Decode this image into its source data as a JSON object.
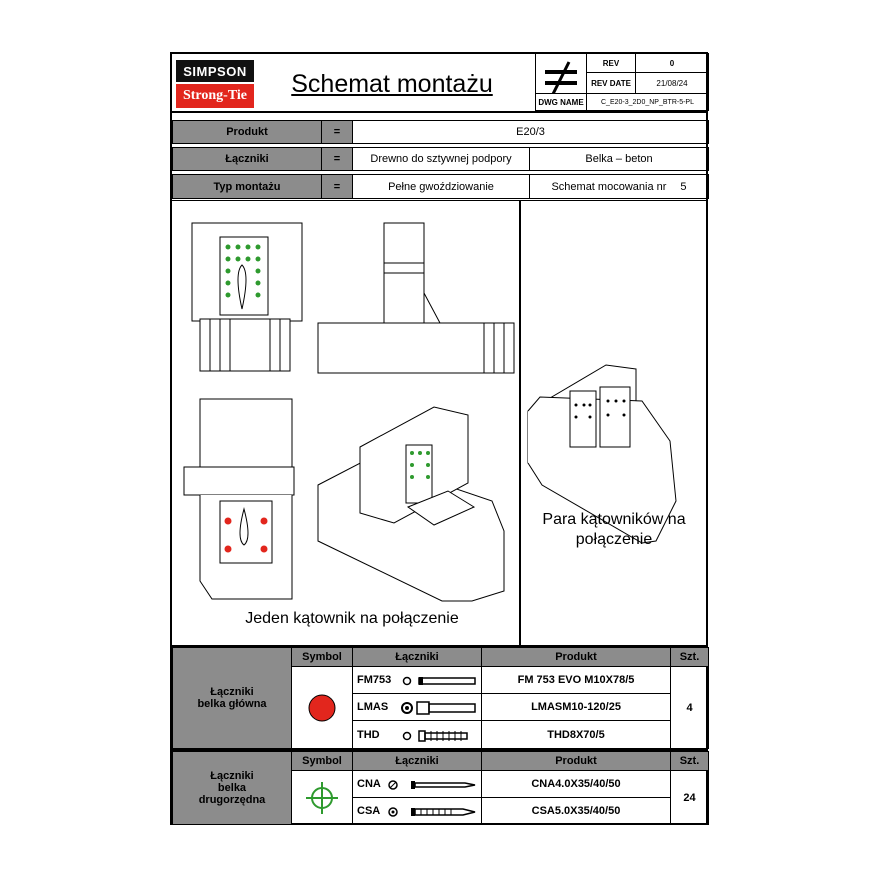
{
  "header": {
    "logo_top": "SIMPSON",
    "logo_bottom": "Strong-Tie",
    "title": "Schemat montażu",
    "rev_label": "REV",
    "rev_value": "0",
    "rev_date_label": "REV DATE",
    "rev_date_value": "21/08/24",
    "dwg_label": "DWG NAME",
    "dwg_value": "C_E20-3_2D0_NP_BTR-5-PL"
  },
  "info": {
    "eq": "=",
    "produkt_label": "Produkt",
    "produkt_value": "E20/3",
    "laczniki_label": "Łączniki",
    "laczniki_value_1": "Drewno do sztywnej podpory",
    "laczniki_value_2": "Belka – beton",
    "typ_label": "Typ montażu",
    "typ_value": "Pełne gwoździowanie",
    "schemat_label": "Schemat mocowania nr",
    "schemat_value": "5"
  },
  "drawings": {
    "caption_left": "Jeden kątownik na połączenie",
    "caption_right_1": "Para kątowników na",
    "caption_right_2": "połączenie"
  },
  "colors": {
    "nail_green": "#2e9a2e",
    "anchor_red": "#e2261d",
    "header_gray": "#8c8c8c"
  },
  "table1": {
    "group_label_1": "Łączniki",
    "group_label_2": "belka główna",
    "col_symbol": "Symbol",
    "col_laczniki": "Łączniki",
    "col_produkt": "Produkt",
    "col_szt": "Szt.",
    "symbol_icon": "red-dot-icon",
    "rows": [
      {
        "code": "FM753",
        "produkt": "FM 753 EVO M10X78/5"
      },
      {
        "code": "LMAS",
        "produkt": "LMASM10-120/25"
      },
      {
        "code": "THD",
        "produkt": "THD8X70/5"
      }
    ],
    "szt": "4"
  },
  "table2": {
    "group_label_1": "Łączniki",
    "group_label_2": "belka",
    "group_label_3": "drugorzędna",
    "col_symbol": "Symbol",
    "col_laczniki": "Łączniki",
    "col_produkt": "Produkt",
    "col_szt": "Szt.",
    "symbol_icon": "green-crosshair-icon",
    "rows": [
      {
        "code": "CNA",
        "produkt": "CNA4.0X35/40/50"
      },
      {
        "code": "CSA",
        "produkt": "CSA5.0X35/40/50"
      }
    ],
    "szt": "24"
  }
}
